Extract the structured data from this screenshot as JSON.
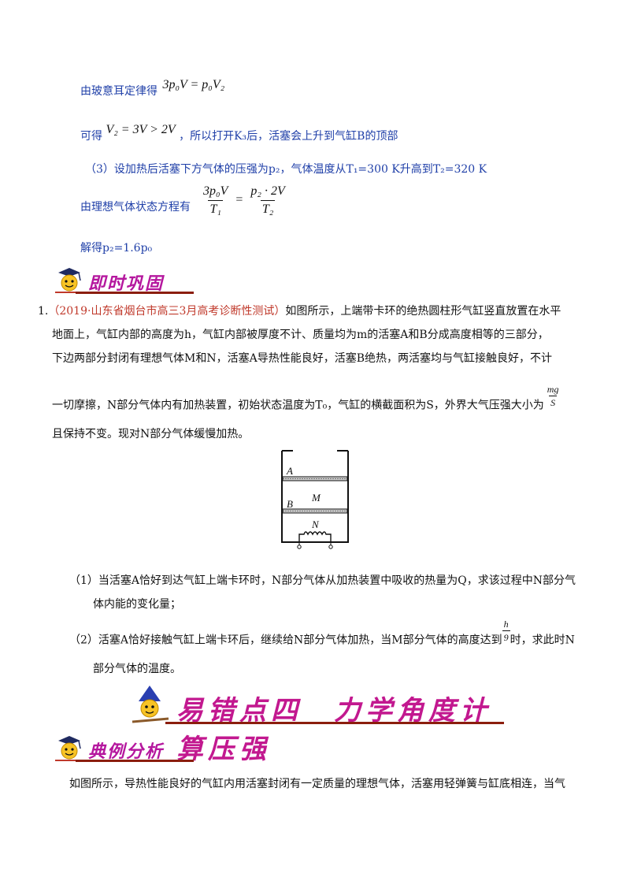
{
  "solution": {
    "line1_text": "由玻意耳定律得",
    "line1_formula": "3p₀V = p₀V₂",
    "line2_prefix": "可得",
    "line2_formula": "V₂ = 3V > 2V",
    "line2_suffix": "，所以打开K₃后，活塞会上升到气缸B的顶部",
    "line3": "（3）设加热后活塞下方气体的压强为p₂，气体温度从T₁=300 K升高到T₂=320 K",
    "line4_text": "由理想气体状态方程有",
    "frac_left_num": "3p₀V",
    "frac_left_den": "T₁",
    "frac_right_num": "p₂ · 2V",
    "frac_right_den": "T₂",
    "line5": "解得p₂=1.6p₀"
  },
  "section_consolidate": {
    "title": "即时巩固"
  },
  "problem": {
    "number": "1.",
    "source": "（2019·山东省烟台市高三3月高考诊断性测试）",
    "p1": "如图所示，上端带卡环的绝热圆柱形气缸竖直放置在水平",
    "p2": "地面上，气缸内部的高度为h，气缸内部被厚度不计、质量均为m的活塞A和B分成高度相等的三部分，",
    "p3": "下边两部分封闭有理想气体M和N，活塞A导热性能良好，活塞B绝热，两活塞均与气缸接触良好，不计",
    "p4": "一切摩擦，N部分气体内有加热装置，初始状态温度为T₀，气缸的横截面积为S，外界大气压强大小为",
    "p4_frac_num": "mg",
    "p4_frac_den": "S",
    "p5": "且保持不变。现对N部分气体缓慢加热。",
    "fig_label_A": "A",
    "fig_label_M": "M",
    "fig_label_B": "B",
    "fig_label_N": "N",
    "q1a": "（1）当活塞A恰好到达气缸上端卡环时，N部分气体从加热装置中吸收的热量为Q，求该过程中N部分气",
    "q1b": "体内能的变化量；",
    "q2a": "（2）活塞A恰好接触气缸上端卡环后，继续给N部分气体加热，当M部分气体的高度达到",
    "q2_frac_num": "h",
    "q2_frac_den": "9",
    "q2a_end": "时，求此时N",
    "q2b": "部分气体的温度。"
  },
  "section_errorpoint": {
    "title": "易错点四　力学角度计算压强"
  },
  "section_example": {
    "title": "典例分析"
  },
  "example": {
    "p1": "如图所示，导热性能良好的气缸内用活塞封闭有一定质量的理想气体，活塞用轻弹簧与缸底相连，当气"
  },
  "colors": {
    "blue_text": "#1f3fa8",
    "red_source": "#c0392b",
    "title_magenta": "#c2188f",
    "bar": "#8b1e0e"
  }
}
